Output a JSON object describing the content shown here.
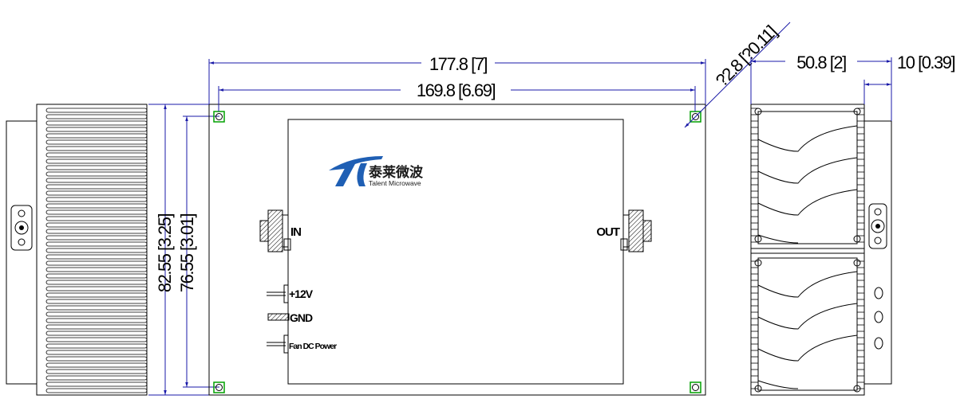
{
  "dimensions": {
    "overall_length": "177.8 [7]",
    "hole_spacing_length": "169.8 [6.69]",
    "hole_diameter": "?2.8 [?0.11]",
    "side_width": "50.8 [2]",
    "fin_depth": "10 [0.39]",
    "overall_height": "82.55 [3.25]",
    "hole_spacing_height": "76.55 [3.01]"
  },
  "ports": {
    "input": "IN",
    "output": "OUT"
  },
  "power": {
    "plus12v": "+12V",
    "ground": "GND",
    "fan": "Fan DC Power"
  },
  "logo": {
    "chinese_name": "泰莱微波",
    "english_name": "Talent Microwave"
  },
  "colors": {
    "lines": "#000000",
    "dimension_lines": "#1a1aa8",
    "mounting_holes": "#00a000",
    "logo_blue": "#1f5fb4"
  }
}
